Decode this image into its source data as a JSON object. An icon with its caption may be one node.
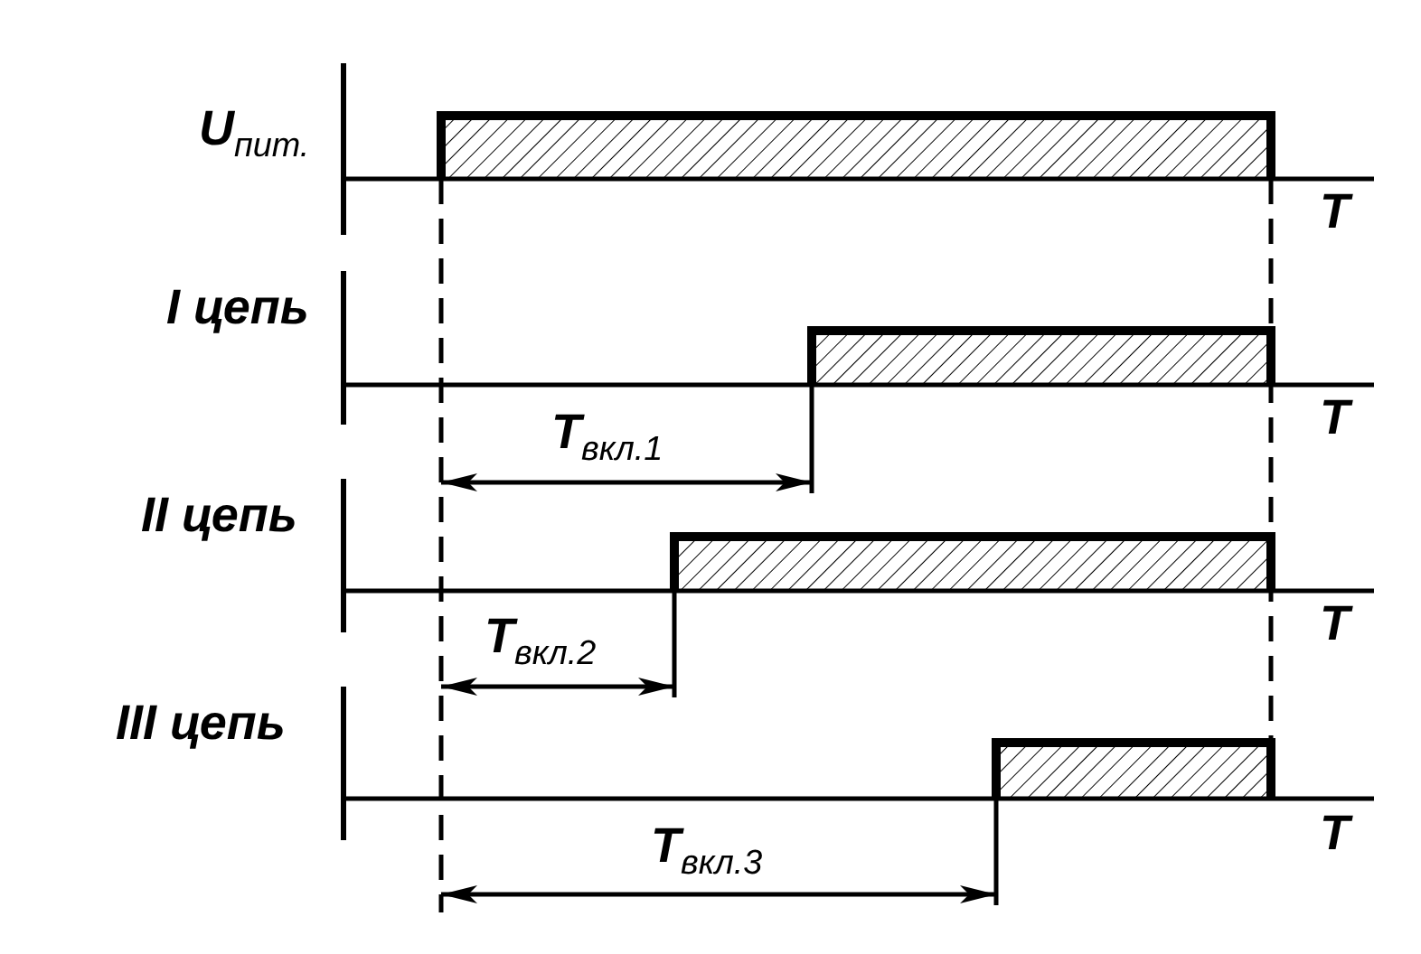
{
  "diagram": {
    "labels": [
      "U$_{пит.}$",
      "T",
      "I цепь",
      "T",
      "T$_{вкл.1}$",
      "II цепь",
      "T",
      "T$_{вкл.2}$",
      "III цепь",
      "T",
      "T$_{вкл.3}$"
    ]
  }
}
